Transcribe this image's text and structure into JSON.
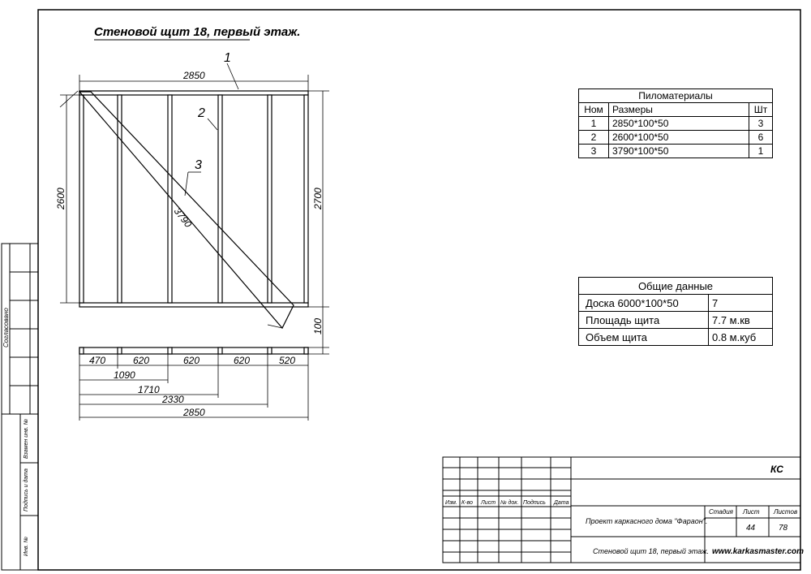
{
  "title": "Стеновой щит 18, первый этаж.",
  "callouts": [
    "1",
    "2",
    "3"
  ],
  "dimensions": {
    "top_width": "2850",
    "left_height": "2600",
    "right_height": "2700",
    "diagonal": "3790",
    "plate_height": "100",
    "spacings": [
      "470",
      "620",
      "620",
      "620",
      "520"
    ],
    "cumulative": [
      "1090",
      "1710",
      "2330",
      "2850"
    ]
  },
  "materials": {
    "title": "Пиломатериалы",
    "headers": [
      "Ном",
      "Размеры",
      "Шт"
    ],
    "rows": [
      {
        "num": "1",
        "size": "2850*100*50",
        "qty": "3"
      },
      {
        "num": "2",
        "size": "2600*100*50",
        "qty": "6"
      },
      {
        "num": "3",
        "size": "3790*100*50",
        "qty": "1"
      }
    ]
  },
  "summary": {
    "title": "Общие данные",
    "rows": [
      {
        "label": "Доска 6000*100*50",
        "value": "7"
      },
      {
        "label": "Площадь щита",
        "value": "7.7 м.кв"
      },
      {
        "label": "Объем щита",
        "value": "0.8 м.куб"
      }
    ]
  },
  "side_stamp": {
    "agreed": "Согласовано",
    "labels": [
      "Взамен инв. №",
      "Подпись и дата",
      "Инв. №"
    ]
  },
  "title_block": {
    "code": "КС",
    "col_headers": [
      "Изм.",
      "К-во",
      "Лист",
      "№ док.",
      "Подпись",
      "Дата"
    ],
    "project": "Проект каркасного дома \"Фараон\".",
    "stage_label": "Стадия",
    "sheet_label": "Лист",
    "sheets_label": "Листов",
    "sheet": "44",
    "sheets": "78",
    "drawing_name": "Стеновой щит 18, первый этаж.",
    "site": "www.karkasmaster.com"
  }
}
